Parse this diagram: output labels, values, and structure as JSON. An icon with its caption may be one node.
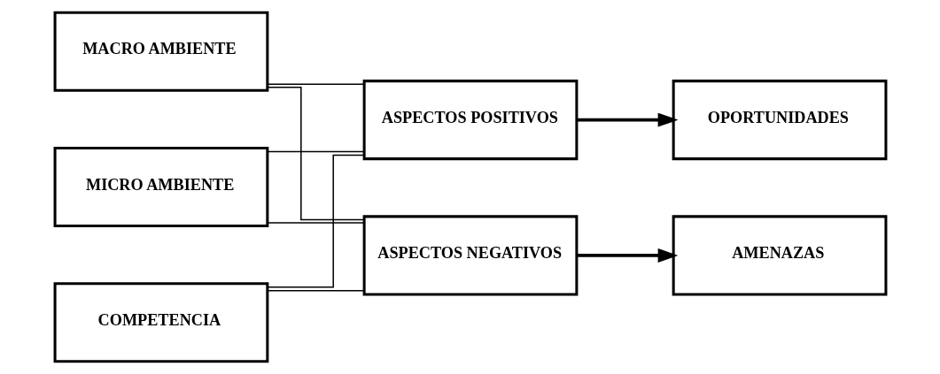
{
  "diagram": {
    "nodes": [
      {
        "text": [
          "MACRO AMBIENTE"
        ]
      },
      {
        "text": [
          "MICRO AMBIENTE"
        ]
      },
      {
        "text": [
          "COMPETENCIA"
        ]
      },
      {
        "text": [
          "ASPECTOS POSITIVOS"
        ]
      },
      {
        "text": [
          "ASPECTOS NEGATIVOS"
        ]
      },
      {
        "text": [
          "OPORTUNIDADES"
        ]
      },
      {
        "text": [
          "AMENAZAS"
        ]
      }
    ],
    "edges": [
      {
        "from": 0,
        "to": 3,
        "arrow": "none"
      },
      {
        "from": 0,
        "to": 4,
        "arrow": "none"
      },
      {
        "from": 1,
        "to": 3,
        "arrow": "none"
      },
      {
        "from": 1,
        "to": 4,
        "arrow": "none"
      },
      {
        "from": 2,
        "to": 3,
        "arrow": "none"
      },
      {
        "from": 2,
        "to": 4,
        "arrow": "none"
      },
      {
        "from": 3,
        "to": 5,
        "arrow": "to",
        "style": "thick"
      },
      {
        "from": 4,
        "to": 6,
        "arrow": "to",
        "style": "thick"
      }
    ]
  }
}
